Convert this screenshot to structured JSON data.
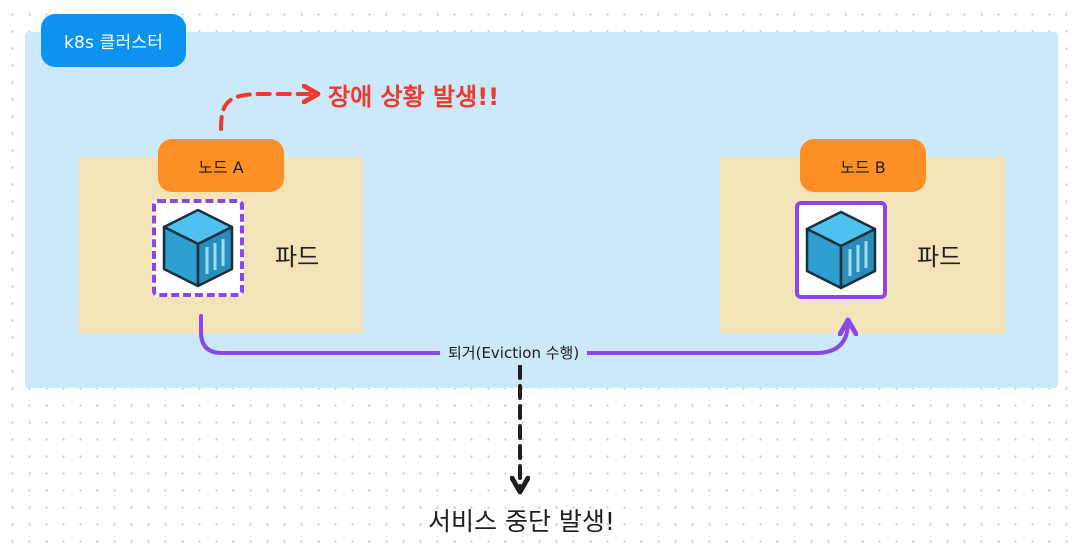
{
  "cluster": {
    "label": "k8s 클러스터"
  },
  "nodes": [
    {
      "label": "노드 A",
      "pod_label": "파드"
    },
    {
      "label": "노드 B",
      "pod_label": "파드"
    }
  ],
  "failure": {
    "text": "장애 상황 발생!!"
  },
  "eviction": {
    "label": "퇴거(Eviction 수행)"
  },
  "outage": {
    "text": "서비스 중단 발생!"
  },
  "colors": {
    "cluster_bg": "#cce8fb",
    "cluster_label": "#0c93f2",
    "node_bg": "#f2e3b8",
    "node_label": "#fc8f26",
    "pod_border": "#8b48e8",
    "failure": "#ee3a2a",
    "arrow_dark": "#1e1e1e"
  },
  "icons": {
    "pod": "container-cube-icon"
  }
}
